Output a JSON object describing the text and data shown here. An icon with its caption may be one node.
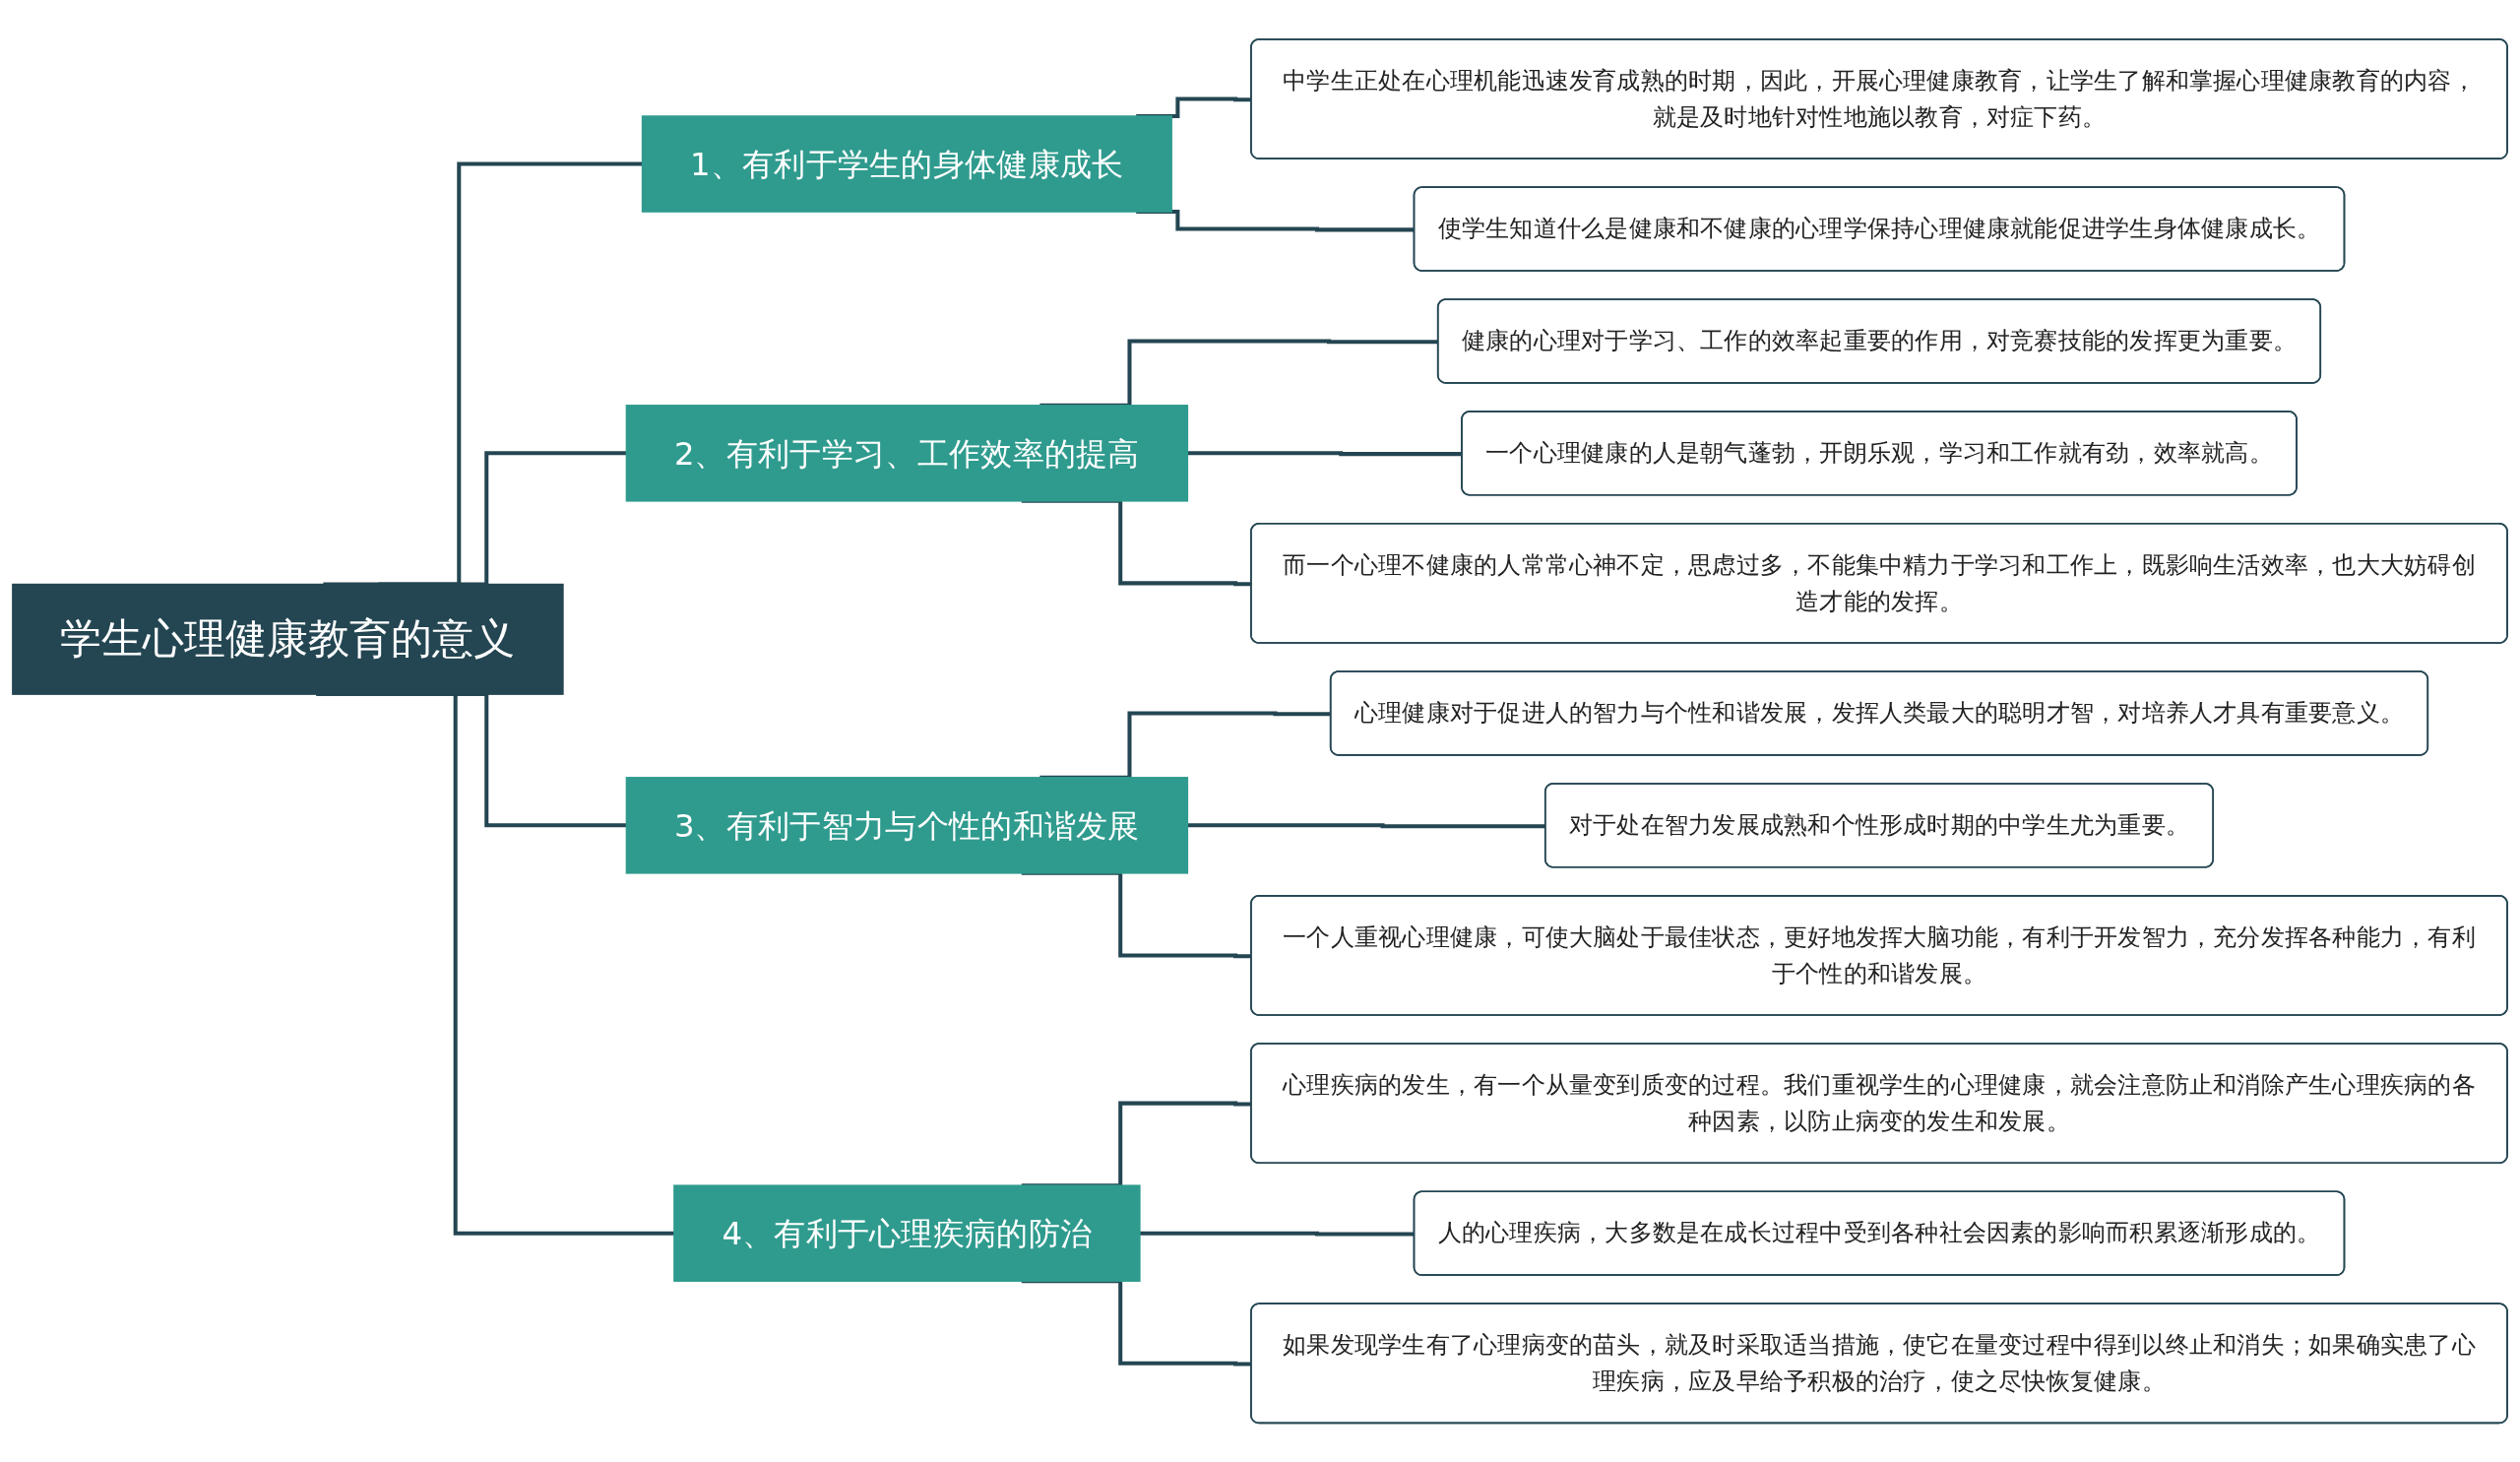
{
  "diagram": {
    "nodes": [
      {
        "text": [
          "学生心理健康教育的意义"
        ]
      },
      {
        "text": [
          "1、有利于学生的身体健康成长"
        ]
      },
      {
        "text": [
          "中学生正处在心理机能迅速发育成熟的时期，因此，开展心理健康教育，让学生了解和掌握心理健康教育的内容，就是及时地针对性地施以教育，对症下药。"
        ]
      },
      {
        "text": [
          "使学生知道什么是健康和不健康的心理学保持心理健康就能促进学生身体健康成长。"
        ]
      },
      {
        "text": [
          "2、有利于学习、工作效率的提高"
        ]
      },
      {
        "text": [
          "健康的心理对于学习、工作的效率起重要的作用，对竞赛技能的发挥更为重要。"
        ]
      },
      {
        "text": [
          "一个心理健康的人是朝气蓬勃，开朗乐观，学习和工作就有劲，效率就高。"
        ]
      },
      {
        "text": [
          "而一个心理不健康的人常常心神不定，思虑过多，不能集中精力于学习和工作上，既影响生活效率，也大大妨碍创造才能的发挥。"
        ]
      },
      {
        "text": [
          "3、有利于智力与个性的和谐发展"
        ]
      },
      {
        "text": [
          "心理健康对于促进人的智力与个性和谐发展，发挥人类最大的聪明才智，对培养人才具有重要意义。"
        ]
      },
      {
        "text": [
          "对于处在智力发展成熟和个性形成时期的中学生尤为重要。"
        ]
      },
      {
        "text": [
          "一个人重视心理健康，可使大脑处于最佳状态，更好地发挥大脑功能，有利于开发智力，充分发挥各种能力，有利于个性的和谐发展。"
        ]
      },
      {
        "text": [
          "4、有利于心理疾病的防治"
        ]
      },
      {
        "text": [
          "心理疾病的发生，有一个从量变到质变的过程。我们重视学生的心理健康，就会注意防止和消除产生心理疾病的各种因素，以防止病变的发生和发展。"
        ]
      },
      {
        "text": [
          "人的心理疾病，大多数是在成长过程中受到各种社会因素的影响而积累逐渐形成的。"
        ]
      },
      {
        "text": [
          "如果发现学生有了心理病变的苗头，就及时采取适当措施，使它在量变过程中得到以终止和消失；如果确实患了心理疾病，应及早给予积极的治疗，使之尽快恢复健康。"
        ]
      }
    ],
    "edges": [
      {
        "from": 0,
        "to": 1,
        "arrow": "none"
      },
      {
        "from": 1,
        "to": 2,
        "arrow": "none"
      },
      {
        "from": 1,
        "to": 3,
        "arrow": "none"
      },
      {
        "from": 0,
        "to": 4,
        "arrow": "none"
      },
      {
        "from": 4,
        "to": 5,
        "arrow": "none"
      },
      {
        "from": 4,
        "to": 6,
        "arrow": "none"
      },
      {
        "from": 4,
        "to": 7,
        "arrow": "none"
      },
      {
        "from": 0,
        "to": 8,
        "arrow": "none"
      },
      {
        "from": 8,
        "to": 9,
        "arrow": "none"
      },
      {
        "from": 8,
        "to": 10,
        "arrow": "none"
      },
      {
        "from": 8,
        "to": 11,
        "arrow": "none"
      },
      {
        "from": 0,
        "to": 12,
        "arrow": "none"
      },
      {
        "from": 12,
        "to": 13,
        "arrow": "none"
      },
      {
        "from": 12,
        "to": 14,
        "arrow": "none"
      },
      {
        "from": 12,
        "to": 15,
        "arrow": "none"
      }
    ]
  }
}
